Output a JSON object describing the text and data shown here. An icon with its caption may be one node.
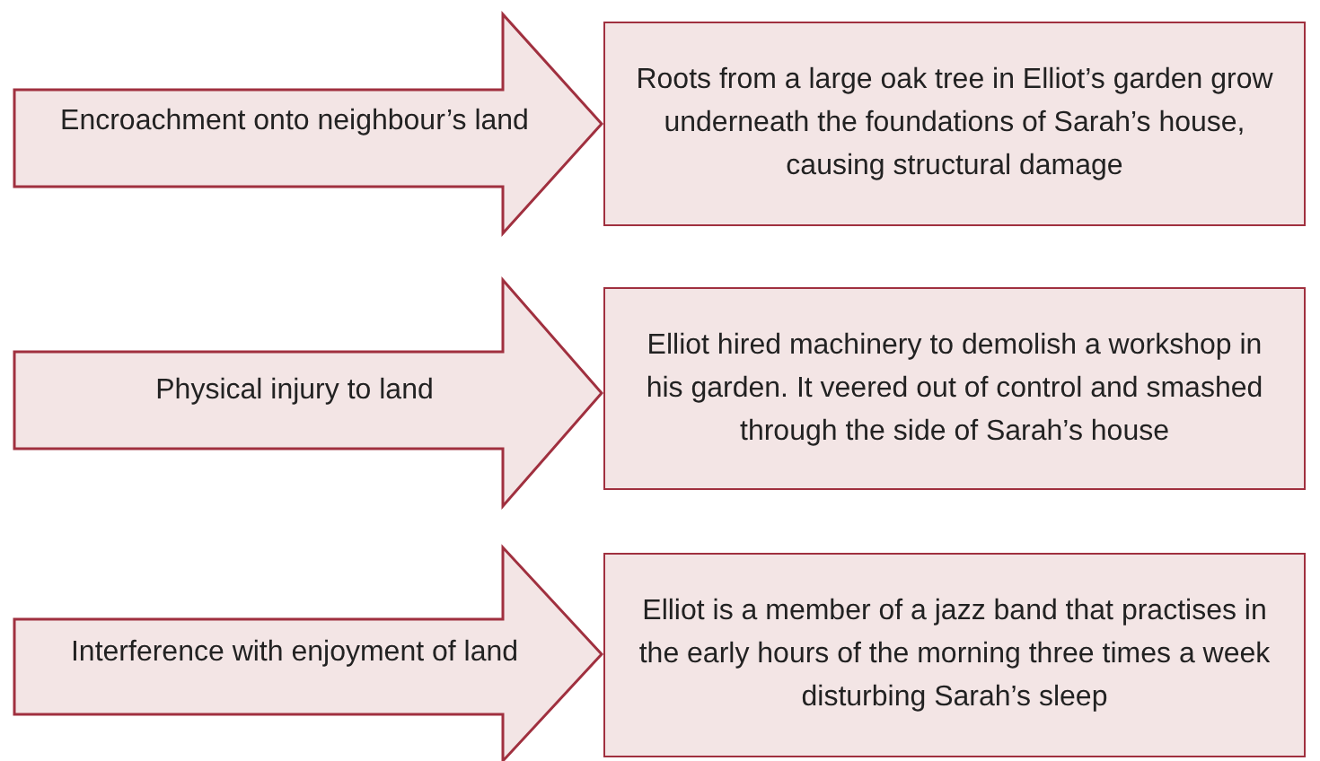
{
  "diagram": {
    "nodes": [
      {
        "text": [
          "Encroachment onto neighbour’s land"
        ]
      },
      {
        "text": [
          "Roots from a large oak tree in Elliot’s garden grow underneath the foundations of Sarah’s house, causing structural damage"
        ]
      },
      {
        "text": [
          "Physical injury to land"
        ]
      },
      {
        "text": [
          "Elliot hired machinery to demolish a workshop in his garden. It veered out of control and smashed through the side of Sarah’s house"
        ]
      },
      {
        "text": [
          "Interference with enjoyment of land"
        ]
      },
      {
        "text": [
          "Elliot is a member of a jazz band that practises in the early hours of the morning three times a week disturbing Sarah’s sleep"
        ]
      }
    ]
  }
}
